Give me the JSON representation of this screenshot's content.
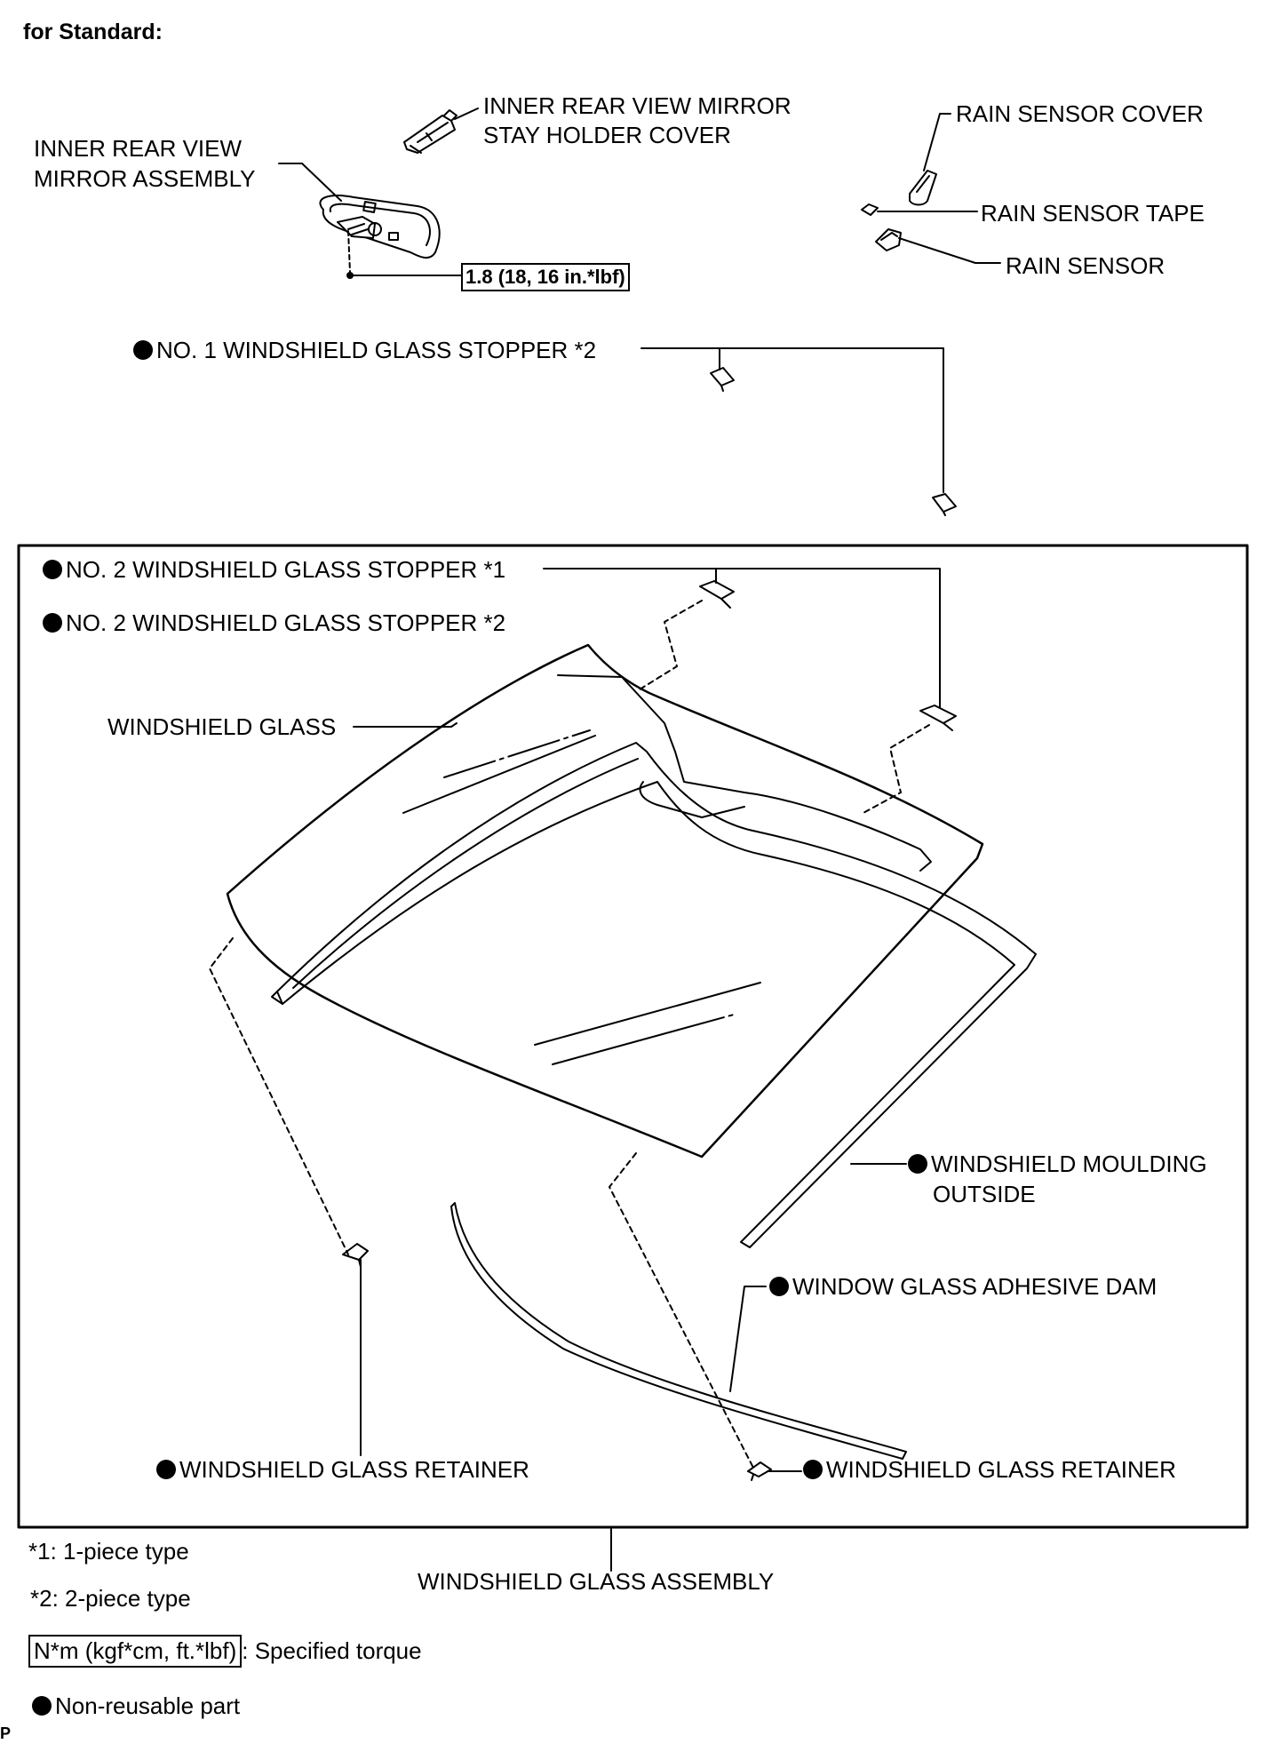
{
  "header": {
    "title": "for Standard:"
  },
  "parts": {
    "mirror_assembly": [
      "INNER REAR VIEW",
      "MIRROR ASSEMBLY"
    ],
    "mirror_stay_cover": [
      "INNER REAR VIEW MIRROR",
      "STAY HOLDER COVER"
    ],
    "rain_sensor_cover": "RAIN SENSOR COVER",
    "rain_sensor_tape": "RAIN SENSOR TAPE",
    "rain_sensor": "RAIN SENSOR",
    "stopper_no1": "NO. 1 WINDSHIELD GLASS STOPPER",
    "stopper_no1_note": "*2",
    "stopper_no2_a": "NO. 2 WINDSHIELD GLASS STOPPER",
    "stopper_no2_a_note": "*1",
    "stopper_no2_b": "NO. 2 WINDSHIELD GLASS STOPPER",
    "stopper_no2_b_note": "*2",
    "windshield_glass": "WINDSHIELD GLASS",
    "moulding_outside": [
      "WINDSHIELD MOULDING",
      "OUTSIDE"
    ],
    "adhesive_dam": "WINDOW GLASS ADHESIVE DAM",
    "retainer_left": "WINDSHIELD GLASS RETAINER",
    "retainer_right": "WINDSHIELD GLASS RETAINER",
    "glass_assembly": "WINDSHIELD GLASS ASSEMBLY"
  },
  "torque": {
    "mirror": "1.8 (18, 16 in.*lbf)"
  },
  "legend": {
    "note1": "*1: 1-piece type",
    "note2": "*2: 2-piece type",
    "torque_units": "N*m (kgf*cm, ft.*lbf)",
    "torque_desc": ": Specified torque",
    "nonreusable": "Non-reusable part"
  },
  "footer": {
    "code": "P"
  },
  "colors": {
    "ink": "#000000",
    "background": "#ffffff"
  }
}
